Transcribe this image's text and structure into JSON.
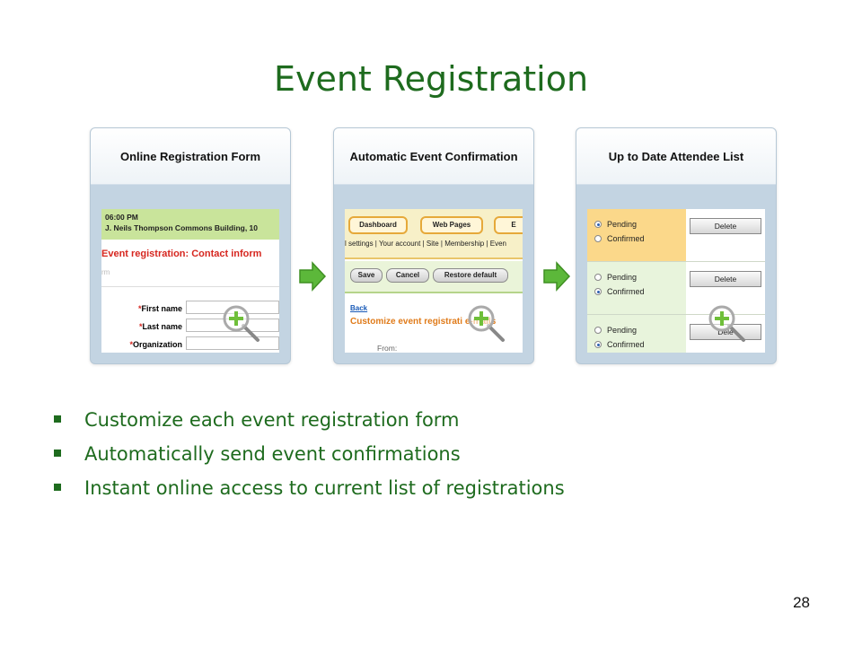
{
  "title": "Event Registration",
  "panels": [
    {
      "heading": "Online Registration Form",
      "time": "06:00 PM",
      "location": "J. Neils Thompson Commons Building, 10",
      "form_heading": "Event registration: Contact inform",
      "form_faint": "rm",
      "fields": [
        "First name",
        "Last name",
        "Organization"
      ]
    },
    {
      "heading": "Automatic Event Confirmation",
      "tabs": [
        "Dashboard",
        "Web Pages",
        "E"
      ],
      "nav": "l settings | Your account | Site | Membership | Even",
      "buttons": [
        "Save",
        "Cancel",
        "Restore default"
      ],
      "back": "Back",
      "customize": "Customize event registrati     e-mails",
      "from": "From:"
    },
    {
      "heading": "Up to Date Attendee List",
      "pending": "Pending",
      "confirmed": "Confirmed",
      "delete": "Delete",
      "delete_partial": "Dele"
    }
  ],
  "bullets": [
    "Customize each event registration form",
    "Automatically send event confirmations",
    "Instant online access to current list of registrations"
  ],
  "page_number": "28",
  "colors": {
    "accent_green": "#1e6b1e",
    "arrow_green": "#5cb83a"
  }
}
